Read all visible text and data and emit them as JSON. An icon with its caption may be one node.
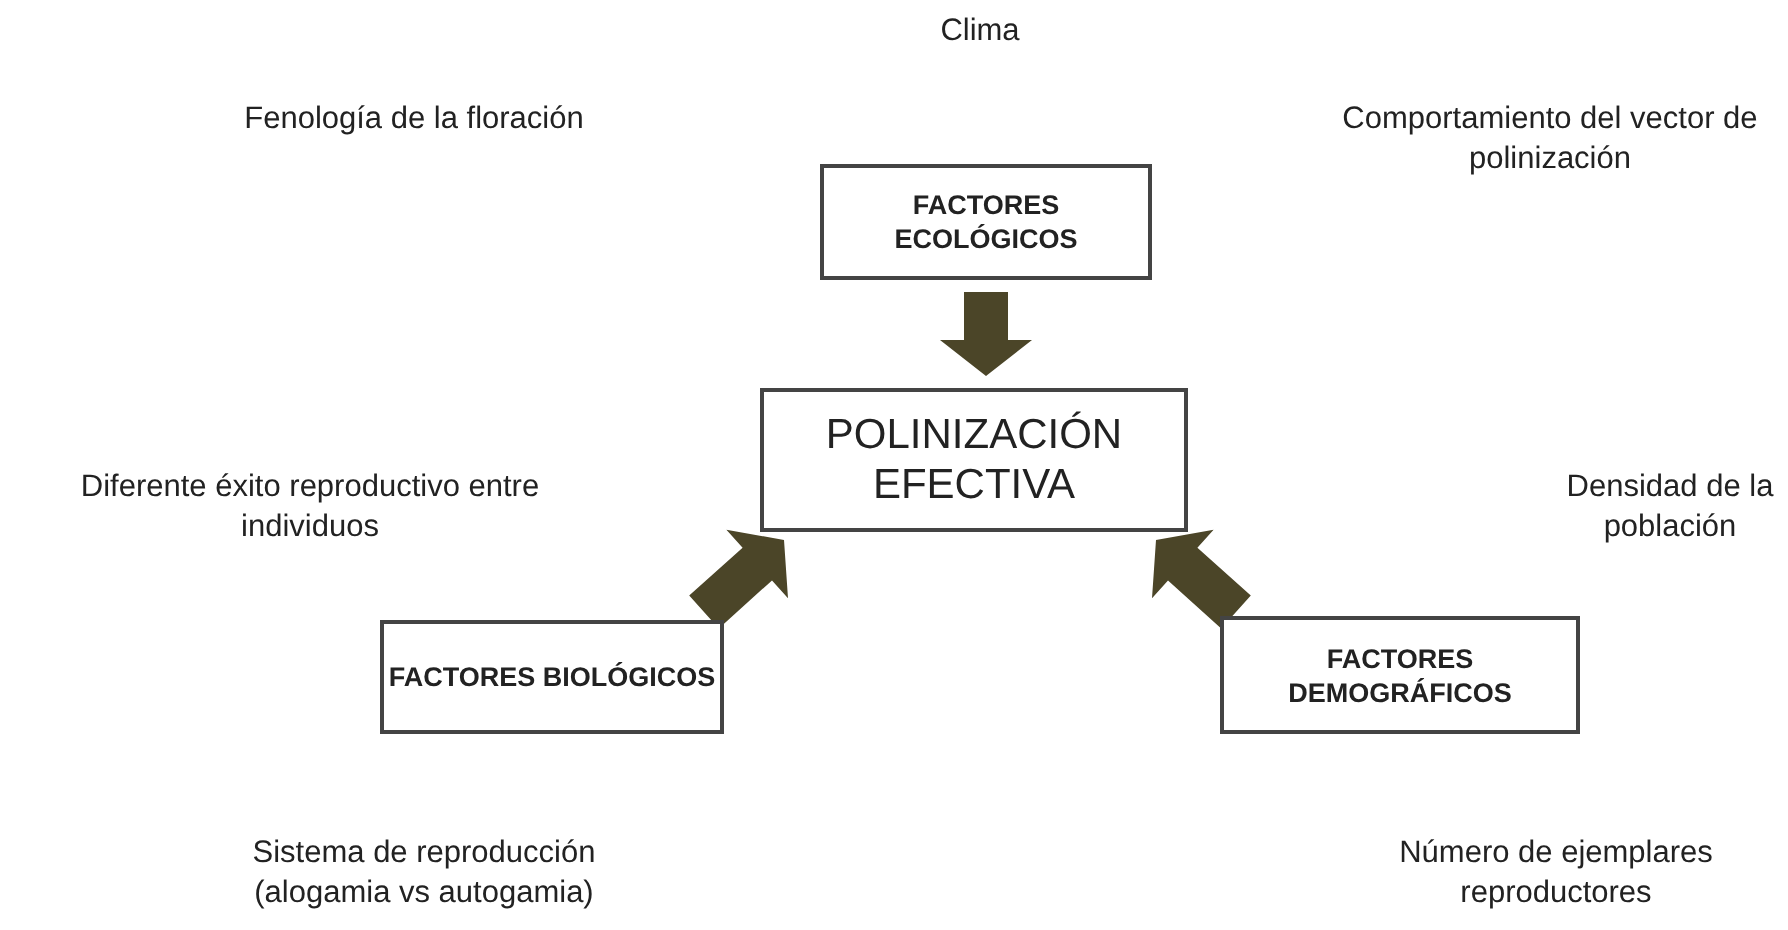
{
  "diagram": {
    "nodes": [
      {
        "text": [
          "FACTORES ECOLÓGICOS"
        ]
      },
      {
        "text": [
          "POLINIZACIÓN EFECTIVA"
        ]
      },
      {
        "text": [
          "FACTORES BIOLÓGICOS"
        ]
      },
      {
        "text": [
          "FACTORES DEMOGRÁFICOS"
        ]
      }
    ],
    "edges": [
      {
        "from": 0,
        "to": 1,
        "arrow": "to",
        "style": "thick"
      },
      {
        "from": 2,
        "to": 1,
        "arrow": "to",
        "style": "thick"
      },
      {
        "from": 3,
        "to": 1,
        "arrow": "to",
        "style": "thick"
      }
    ],
    "labels": [
      "Clima",
      "Fenología de la floración",
      "Comportamiento del vector de polinización",
      "Diferente éxito reproductivo entre individuos",
      "Densidad de la población",
      "Sistema de reproducción (alogamia vs autogamia)",
      "Número de ejemplares reproductores"
    ]
  }
}
